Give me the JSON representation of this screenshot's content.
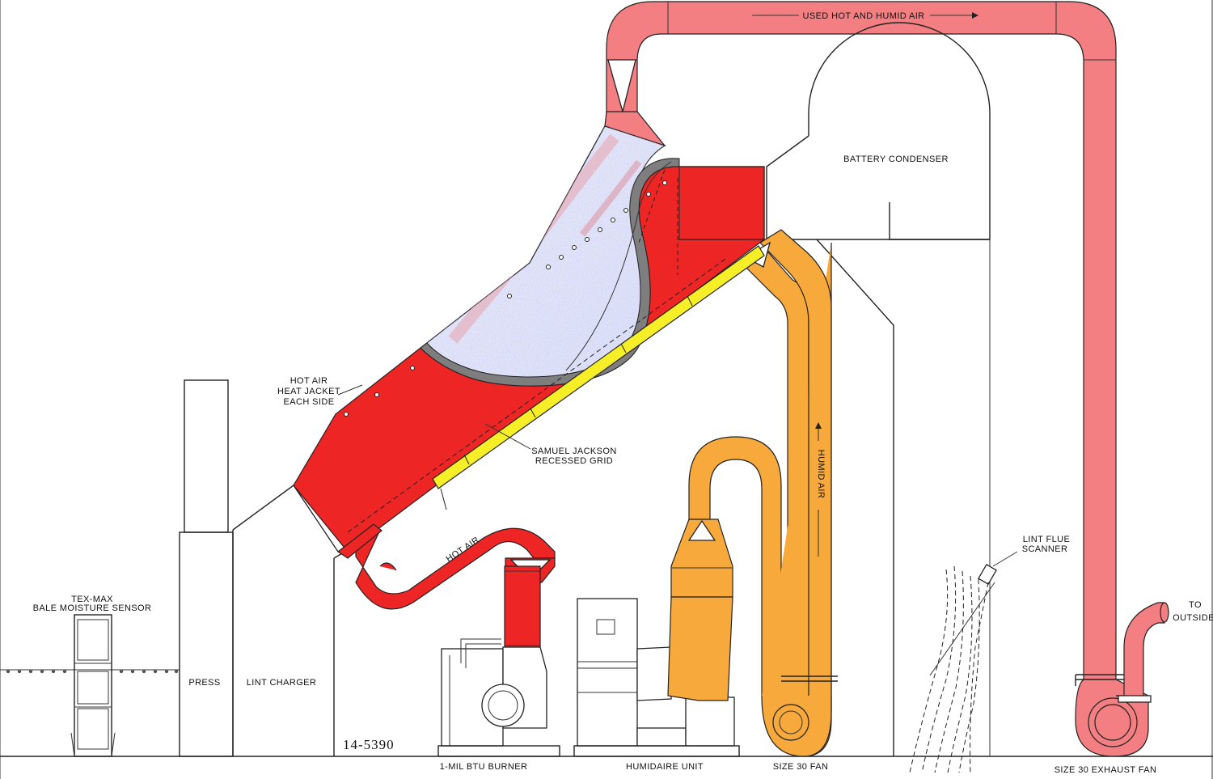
{
  "drawing_number": "14-5390",
  "labels": {
    "used_air": "USED HOT AND HUMID AIR",
    "battery_condenser": "BATTERY CONDENSER",
    "heat_jacket": [
      "HOT AIR",
      "HEAT JACKET",
      "EACH SIDE"
    ],
    "recessed_grid": [
      "SAMUEL JACKSON",
      "RECESSED GRID"
    ],
    "hot_air": "HOT AIR",
    "humid_air": "HUMID AIR",
    "lint_flue_scanner": [
      "LINT FLUE",
      "SCANNER"
    ],
    "to_outside": [
      "TO",
      "OUTSIDE"
    ],
    "bale_sensor": [
      "TEX-MAX",
      "BALE MOISTURE SENSOR"
    ],
    "press": "PRESS",
    "lint_charger": "LINT CHARGER",
    "burner": "1-MIL BTU BURNER",
    "humidaire": "HUMIDAIRE UNIT",
    "fan": "SIZE 30 FAN",
    "exhaust_fan": "SIZE 30 EXHAUST FAN"
  },
  "colors": {
    "hot_air_red": "#ee2525",
    "exhaust_pink": "#f47f82",
    "humid_orange": "#f7a93b",
    "grid_yellow": "#f6ee27",
    "lint_blue": "#c9cdf0"
  }
}
